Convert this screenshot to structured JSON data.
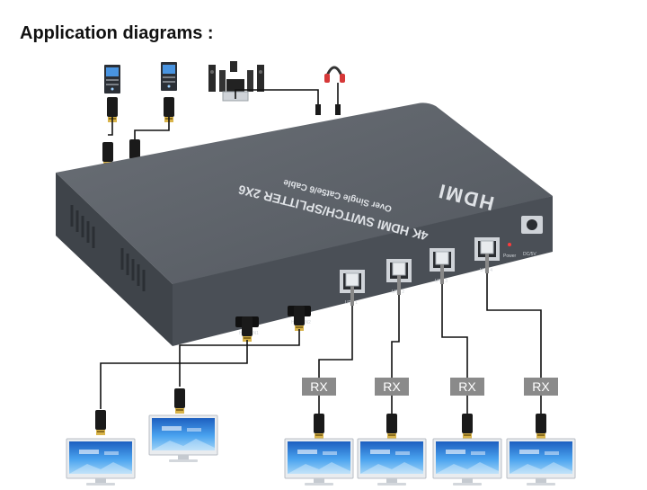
{
  "title": "Application diagrams :",
  "device": {
    "model_line": "4K HDMI SWITCH/SPLITTER 2X6",
    "sub_line": "Over Single Cat5e/6 Cable",
    "brand": "HDMI",
    "port_labels": [
      "HDMI IN1",
      "HDMI IN2",
      "UTP 1",
      "UTP 2",
      "UTP 3",
      "UTP 4"
    ],
    "power_label": "Power",
    "dc_label": "DC/5V"
  },
  "receivers": [
    "RX",
    "RX",
    "RX",
    "RX"
  ],
  "icons": {
    "source_1": "pc-tower-icon",
    "source_2": "pc-tower-icon",
    "audio": "speaker-system-icon",
    "headphones": "headphones-icon",
    "displays": "tv-monitor-icon"
  },
  "colors": {
    "device_body": "#4e535a",
    "device_top": "#5f646b",
    "rx_badge": "#8a8a8a",
    "cable": "#111111",
    "screen_sky": "#2b7bd6"
  }
}
